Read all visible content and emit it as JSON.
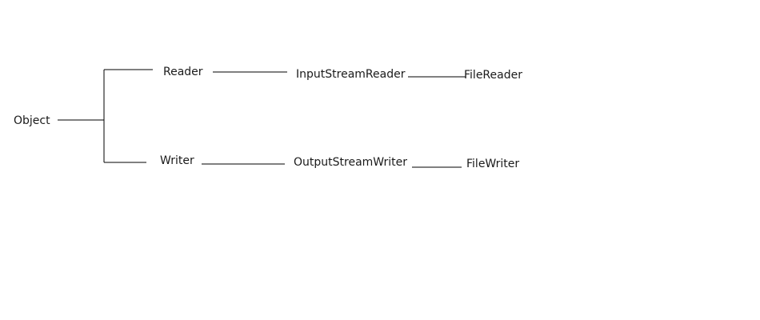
{
  "diagram": {
    "root": {
      "label": "Object"
    },
    "branches": [
      {
        "label": "Reader",
        "child": "InputStreamReader",
        "grandchild": "FileReader"
      },
      {
        "label": "Writer",
        "child": "OutputStreamWriter",
        "grandchild": "FileWriter"
      }
    ]
  }
}
